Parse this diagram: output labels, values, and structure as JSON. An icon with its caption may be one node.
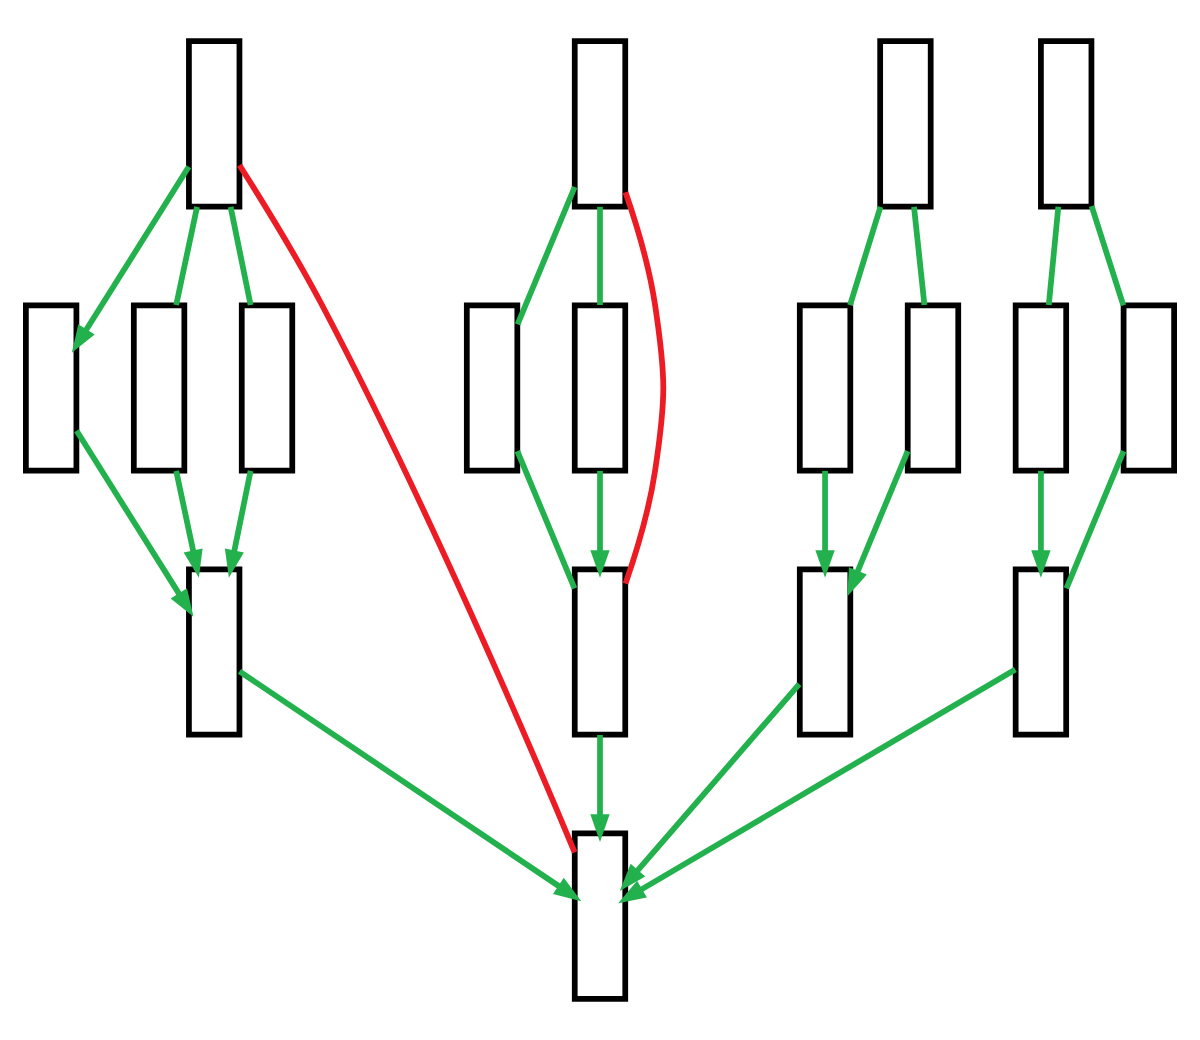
{
  "diagram": {
    "nodes": [
      {
        "text": [],
        "shape": "bar"
      },
      {
        "text": [],
        "shape": "bar"
      },
      {
        "text": [],
        "shape": "bar"
      },
      {
        "text": [],
        "shape": "bar"
      },
      {
        "text": [],
        "shape": "bar"
      },
      {
        "text": [],
        "shape": "bar"
      },
      {
        "text": [],
        "shape": "bar"
      },
      {
        "text": [],
        "shape": "bar"
      },
      {
        "text": [],
        "shape": "bar"
      },
      {
        "text": [],
        "shape": "bar"
      },
      {
        "text": [],
        "shape": "bar"
      },
      {
        "text": [],
        "shape": "bar"
      },
      {
        "text": [],
        "shape": "bar"
      },
      {
        "text": [],
        "shape": "bar"
      },
      {
        "text": [],
        "shape": "bar"
      },
      {
        "text": [],
        "shape": "bar"
      },
      {
        "text": [],
        "shape": "bar"
      },
      {
        "text": [],
        "shape": "bar"
      }
    ],
    "edges": [
      {
        "from": 0,
        "to": 4,
        "arrow": "to"
      },
      {
        "from": 0,
        "to": 5,
        "arrow": "none"
      },
      {
        "from": 0,
        "to": 6,
        "arrow": "none"
      },
      {
        "from": 0,
        "to": 17,
        "arrow": "none",
        "color": "#ed1c24"
      },
      {
        "from": 1,
        "to": 7,
        "arrow": "none"
      },
      {
        "from": 1,
        "to": 8,
        "arrow": "none"
      },
      {
        "from": 1,
        "to": 14,
        "arrow": "none",
        "color": "#ed1c24"
      },
      {
        "from": 2,
        "to": 9,
        "arrow": "none"
      },
      {
        "from": 2,
        "to": 10,
        "arrow": "none"
      },
      {
        "from": 3,
        "to": 11,
        "arrow": "none"
      },
      {
        "from": 3,
        "to": 12,
        "arrow": "none"
      },
      {
        "from": 4,
        "to": 13,
        "arrow": "to"
      },
      {
        "from": 5,
        "to": 13,
        "arrow": "to"
      },
      {
        "from": 6,
        "to": 13,
        "arrow": "to"
      },
      {
        "from": 7,
        "to": 14,
        "arrow": "none"
      },
      {
        "from": 8,
        "to": 14,
        "arrow": "to"
      },
      {
        "from": 9,
        "to": 15,
        "arrow": "to"
      },
      {
        "from": 10,
        "to": 15,
        "arrow": "to"
      },
      {
        "from": 11,
        "to": 16,
        "arrow": "to"
      },
      {
        "from": 12,
        "to": 16,
        "arrow": "none"
      },
      {
        "from": 13,
        "to": 17,
        "arrow": "to"
      },
      {
        "from": 14,
        "to": 17,
        "arrow": "to"
      },
      {
        "from": 15,
        "to": 17,
        "arrow": "to"
      },
      {
        "from": 16,
        "to": 17,
        "arrow": "to"
      }
    ]
  }
}
